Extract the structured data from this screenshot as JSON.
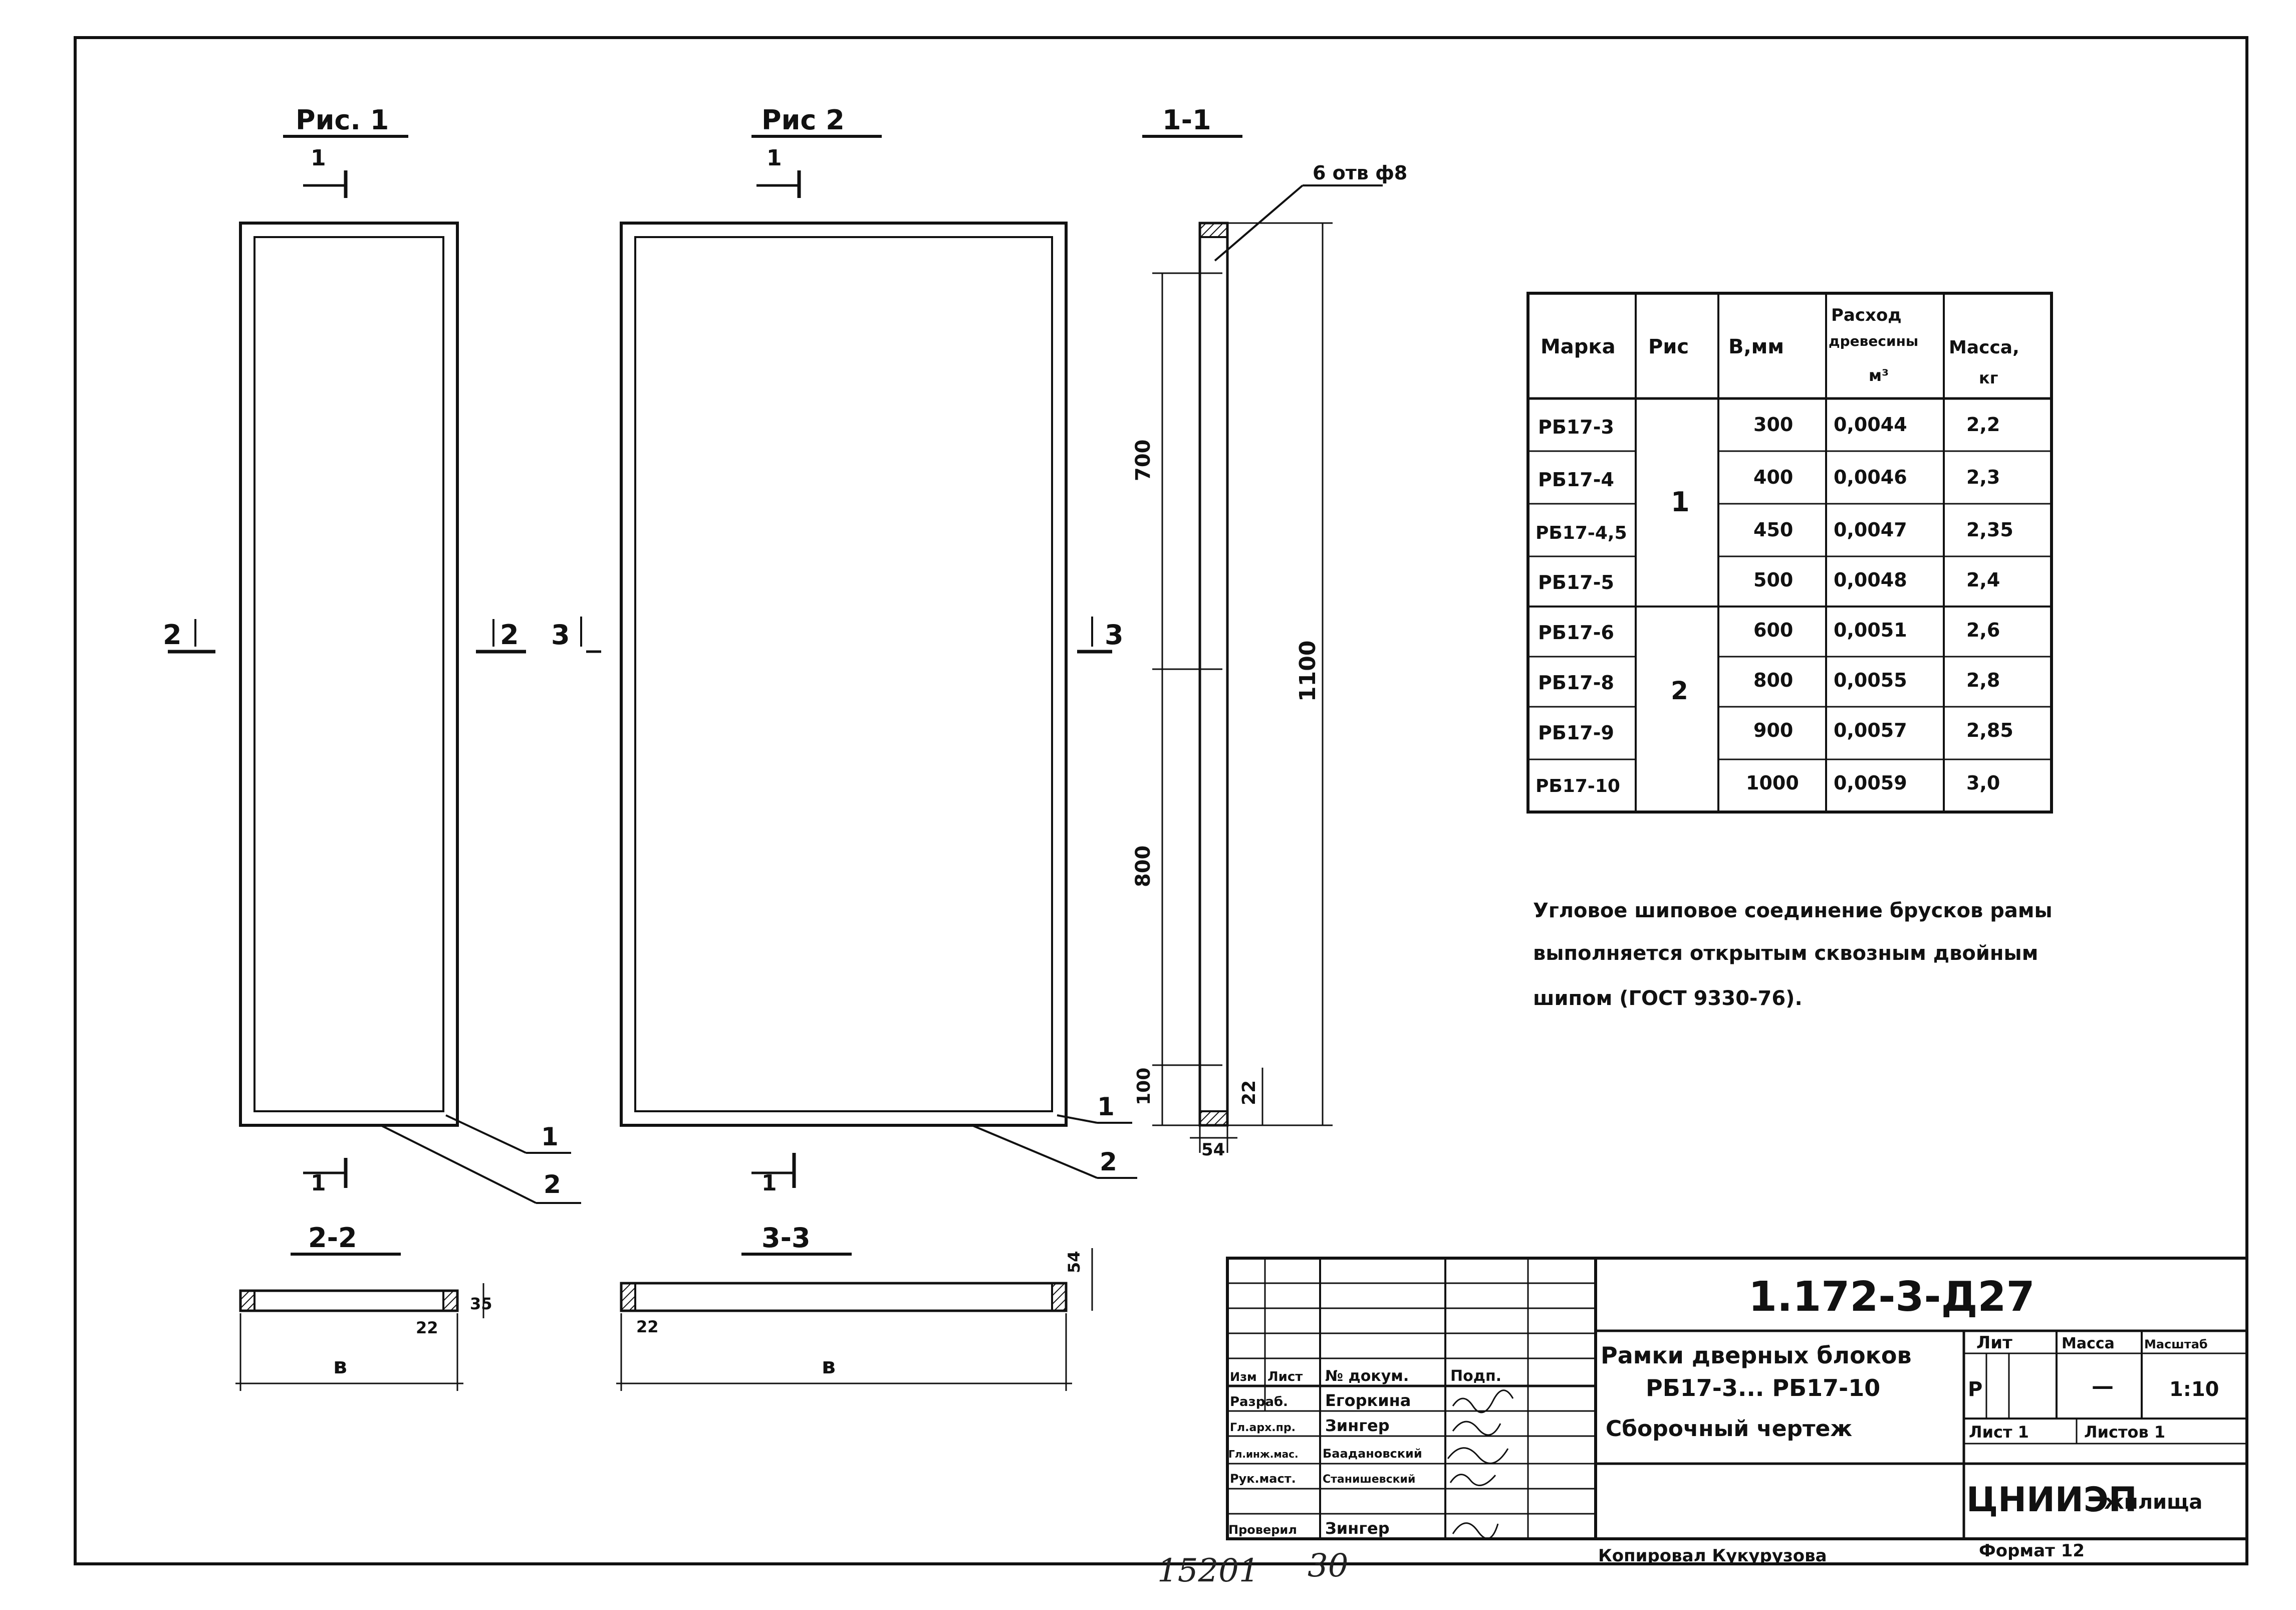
{
  "figures": {
    "fig1_title": "Рис. 1",
    "fig2_title": "Рис 2",
    "section_1_1": "1-1",
    "section_2_2": "2-2",
    "section_3_3": "3-3",
    "cut_1": "1",
    "cut_2": "2",
    "cut_3": "3",
    "callout_1": "1",
    "callout_2": "2",
    "holes_note": "6 отв ф8",
    "dim_700": "700",
    "dim_800": "800",
    "dim_1100": "1100",
    "dim_100": "100",
    "dim_22": "22",
    "dim_54": "54",
    "dim_35": "35",
    "dim_b": "в"
  },
  "table": {
    "headers": [
      "Марка",
      "Рис",
      "В,мм",
      "Расход древесины м³",
      "Масса, кг"
    ],
    "header_volume_1": "Расход",
    "header_volume_2": "древесины",
    "header_volume_3": "м³",
    "header_mass_1": "Масса,",
    "header_mass_2": "кг",
    "fig_group_1": "1",
    "fig_group_2": "2",
    "rows": [
      {
        "mark": "РБ17-3",
        "b": "300",
        "volume": "0,0044",
        "mass": "2,2"
      },
      {
        "mark": "РБ17-4",
        "b": "400",
        "volume": "0,0046",
        "mass": "2,3"
      },
      {
        "mark": "РБ17-4,5",
        "b": "450",
        "volume": "0,0047",
        "mass": "2,35"
      },
      {
        "mark": "РБ17-5",
        "b": "500",
        "volume": "0,0048",
        "mass": "2,4"
      },
      {
        "mark": "РБ17-6",
        "b": "600",
        "volume": "0,0051",
        "mass": "2,6"
      },
      {
        "mark": "РБ17-8",
        "b": "800",
        "volume": "0,0055",
        "mass": "2,8"
      },
      {
        "mark": "РБ17-9",
        "b": "900",
        "volume": "0,0057",
        "mass": "2,85"
      },
      {
        "mark": "РБ17-10",
        "b": "1000",
        "volume": "0,0059",
        "mass": "3,0"
      }
    ]
  },
  "note": {
    "line1": "Угловое шиповое соединение брусков рамы",
    "line2": "выполняется открытым сквозным двойным",
    "line3": "шипом (ГОСТ 9330-76)."
  },
  "title_block": {
    "code": "1.172-3-Д27",
    "title_line1": "Рамки дверных блоков",
    "title_line2": "РБ17-3... РБ17-10",
    "title_line3": "Сборочный чертеж",
    "lit_label": "Лит",
    "mass_label": "Масса",
    "scale_label": "Масштаб",
    "lit_value": "Р",
    "mass_value": "—",
    "scale_value": "1:10",
    "sheet_label": "Лист 1",
    "sheets_label": "Листов 1",
    "org": "ЦНИИЭП",
    "org_suffix": "жилища",
    "col_izm": "Изм",
    "col_list": "Лист",
    "col_doc": "№ докум.",
    "col_sign": "Подп.",
    "staff": [
      {
        "role": "Разраб.",
        "name": "Егоркина"
      },
      {
        "role": "Гл.арх.пр.",
        "name": "Зингер"
      },
      {
        "role": "Гл.инж.мас.",
        "name": "Баадановский"
      },
      {
        "role": "Рук.маст.",
        "name": "Станишевский"
      },
      {
        "role": "Проверил",
        "name": "Зингер"
      }
    ],
    "copied": "Копировал Кукурузова",
    "format": "Формат 12"
  },
  "handwritten": {
    "number": "15201",
    "page": "30"
  }
}
